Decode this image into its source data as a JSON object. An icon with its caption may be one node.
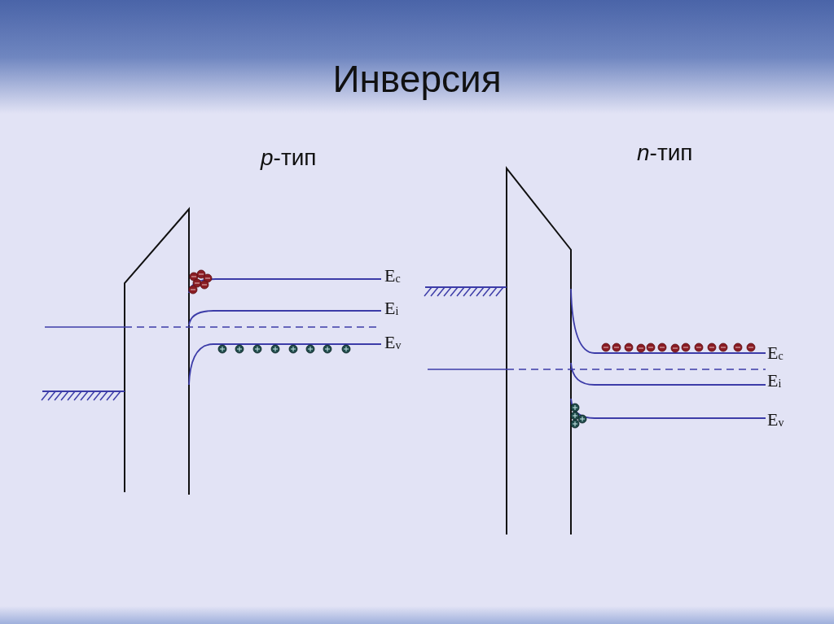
{
  "diagram": {
    "title": "Инверсия",
    "labels": [
      "*p*-тип",
      "*n*-тип",
      "E$_{c}$",
      "E$_{i}$",
      "E$_{v}$",
      "E$_{c}$",
      "E$_{i}$",
      "E$_{v}$"
    ]
  }
}
